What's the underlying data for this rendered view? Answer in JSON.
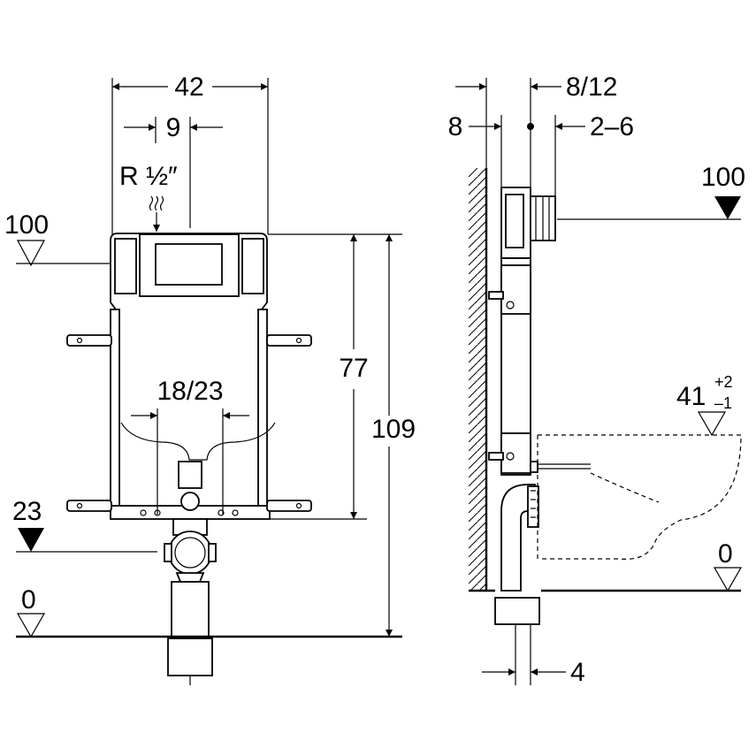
{
  "front_view": {
    "width_label": "42",
    "offset_label": "9",
    "connection_label": "R ½″",
    "height_label": "77",
    "total_height_label": "109",
    "spacing_label": "18/23",
    "level_top_label": "100",
    "level_mid_label": "23",
    "level_floor_label": "0"
  },
  "side_view": {
    "wall_offset_label": "8",
    "depth_label": "8/12",
    "adjust_label": "2–6",
    "level_top_label": "100",
    "bowl_height_base": "41",
    "bowl_tol_plus": "+2",
    "bowl_tol_minus": "–1",
    "level_floor_label": "0",
    "pipe_offset_label": "4"
  },
  "colors": {
    "line": "#000000",
    "background": "#ffffff"
  }
}
